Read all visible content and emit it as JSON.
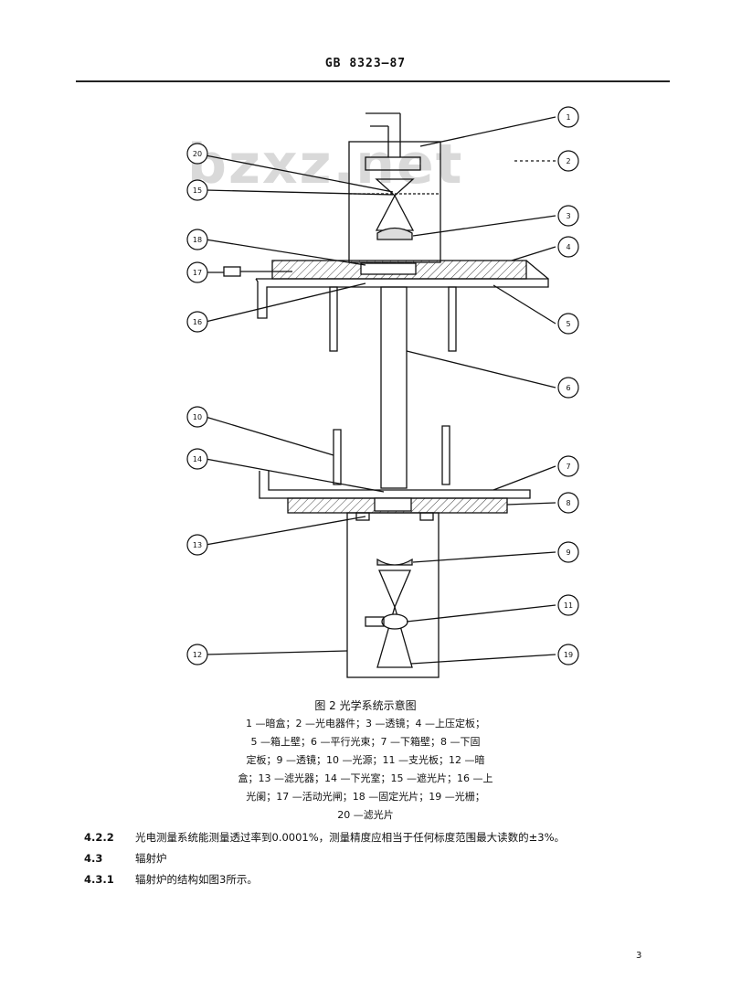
{
  "header": "GB 8323—87",
  "watermark": "bzxz.net",
  "figure": {
    "labels": [
      "1",
      "2",
      "3",
      "4",
      "5",
      "6",
      "7",
      "8",
      "9",
      "10",
      "11",
      "12",
      "13",
      "14",
      "15",
      "16",
      "17",
      "18",
      "19",
      "20"
    ],
    "title": "图 2  光学系统示意图",
    "legend_lines": [
      "1 —暗盒；2 —光电器件；3 —透镜；4 —上压定板；",
      "5 —箱上壁；6 —平行光束；7 —下箱壁；8 —下固",
      "定板；9 —透镜；10 —光源；11 —支光板；12 —暗",
      "盒；13 —滤光器；14 —下光室；15 —遮光片；16 —上",
      "光阑；17 —活动光闸；18 —固定光片；19 —光栅；",
      "20 —滤光片"
    ]
  },
  "paragraphs": [
    {
      "num": "4.2.2",
      "text": "光电测量系统能测量透过率到0.0001%，测量精度应相当于任何标度范围最大读数的±3%。"
    },
    {
      "num": "4.3",
      "text": "辐射炉"
    },
    {
      "num": "4.3.1",
      "text": "辐射炉的结构如图3所示。"
    }
  ],
  "page_number": "3"
}
